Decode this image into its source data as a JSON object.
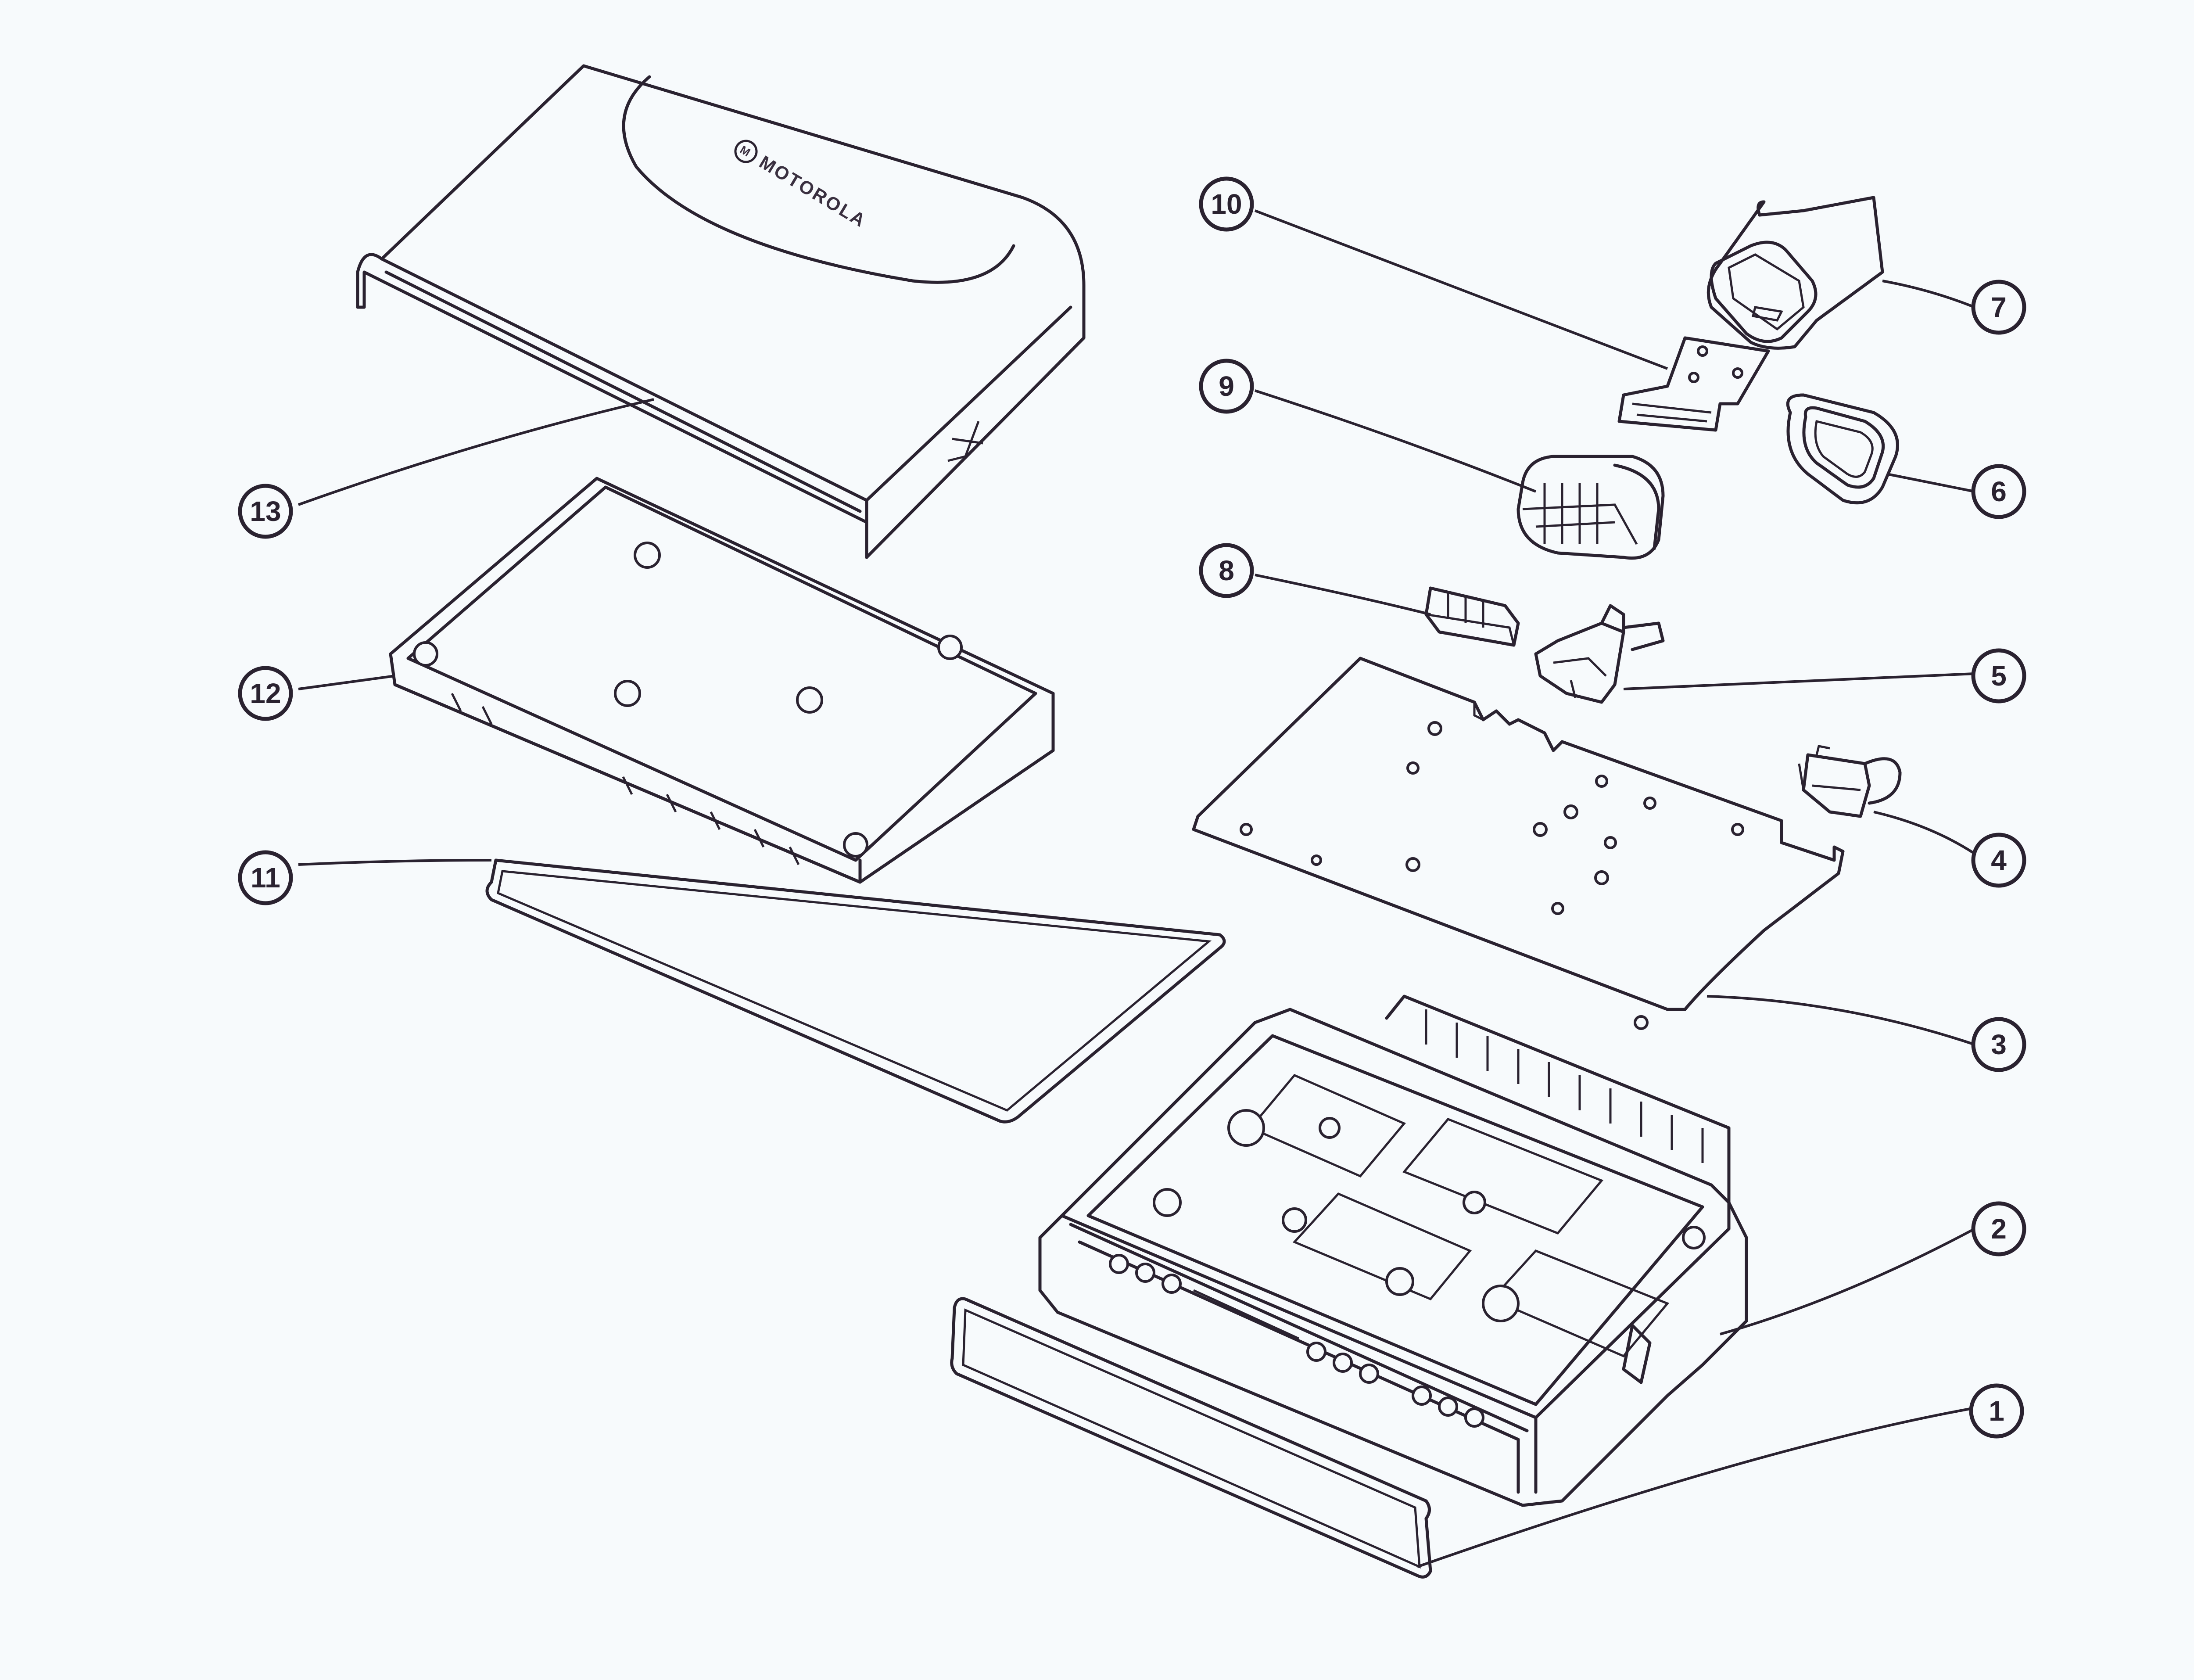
{
  "diagram": {
    "title": "Exploded view",
    "brand_text": "MOTOROLA",
    "brand_logo": "motorola-batwing-m",
    "callouts": [
      {
        "number": "1",
        "part": "front-gasket"
      },
      {
        "number": "2",
        "part": "chassis-housing"
      },
      {
        "number": "3",
        "part": "circuit-board"
      },
      {
        "number": "4",
        "part": "connector-small"
      },
      {
        "number": "5",
        "part": "connector-medium"
      },
      {
        "number": "6",
        "part": "oval-seal"
      },
      {
        "number": "7",
        "part": "connector-boot"
      },
      {
        "number": "8",
        "part": "board-connector-strip"
      },
      {
        "number": "9",
        "part": "accessory-connector"
      },
      {
        "number": "10",
        "part": "connector-plate"
      },
      {
        "number": "11",
        "part": "cover-gasket"
      },
      {
        "number": "12",
        "part": "inner-cover"
      },
      {
        "number": "13",
        "part": "top-cover"
      }
    ]
  }
}
